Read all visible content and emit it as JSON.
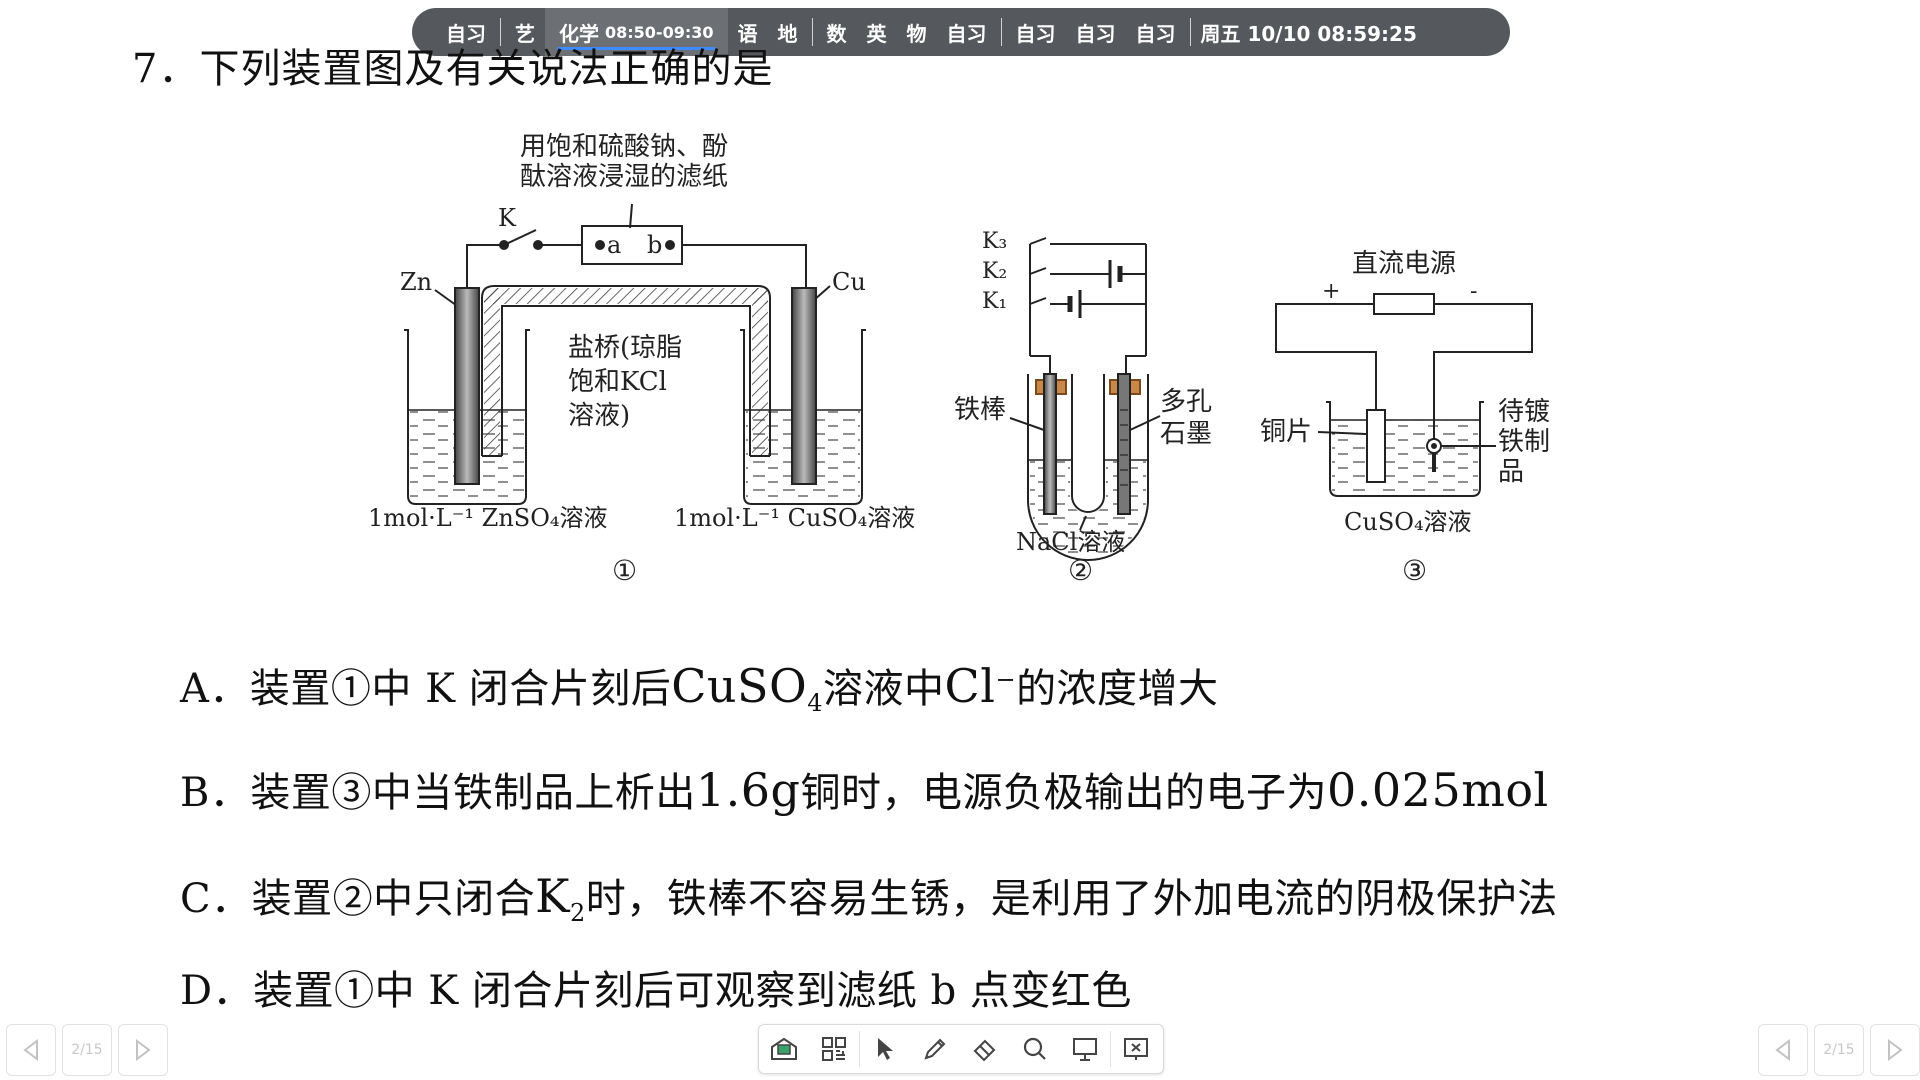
{
  "schedule_bar": {
    "items": [
      {
        "label": "自习"
      },
      {
        "label": "艺"
      },
      {
        "label": "化学",
        "time": "08:50-09:30",
        "active": true
      },
      {
        "label": "语"
      },
      {
        "label": "地"
      },
      {
        "label": "数"
      },
      {
        "label": "英"
      },
      {
        "label": "物"
      },
      {
        "label": "自习"
      },
      {
        "label": "自习"
      },
      {
        "label": "自习"
      },
      {
        "label": "自习"
      }
    ],
    "date_time": "周五 10/10  08:59:25"
  },
  "question": {
    "title": "7．下列装置图及有关说法正确的是"
  },
  "diagram": {
    "d1": {
      "filter_paper_label_1": "用饱和硫酸钠、酚",
      "filter_paper_label_2": "酞溶液浸湿的滤纸",
      "switch": "K",
      "point_a": "a",
      "point_b": "b",
      "left_electrode": "Zn",
      "right_electrode": "Cu",
      "salt_bridge_1": "盐桥(琼脂",
      "salt_bridge_2": "饱和KCl",
      "salt_bridge_3": "溶液)",
      "left_solution": "1mol·L⁻¹ ZnSO₄溶液",
      "right_solution": "1mol·L⁻¹ CuSO₄溶液",
      "number": "①"
    },
    "d2": {
      "k3": "K₃",
      "k2": "K₂",
      "k1": "K₁",
      "left_label": "铁棒",
      "right_label_1": "多孔",
      "right_label_2": "石墨",
      "solution": "NaCl溶液",
      "number": "②"
    },
    "d3": {
      "power": "直流电源",
      "plus": "+",
      "minus": "-",
      "left_label": "铜片",
      "right_label_1": "待镀",
      "right_label_2": "铁制",
      "right_label_3": "品",
      "solution": "CuSO₄溶液",
      "number": "③"
    }
  },
  "options": {
    "a": {
      "prefix": "A．装置①中 K 闭合片刻后",
      "formula": "CuSO",
      "sub": "4",
      "mid": "溶液中",
      "ion": "Cl",
      "sup": "−",
      "suffix": "的浓度增大"
    },
    "b": {
      "prefix": "B．装置③中当铁制品上析出",
      "value": "1.6g",
      "mid": "铜时，电源负极输出的电子为",
      "value2": "0.025mol"
    },
    "c": {
      "prefix": "C．装置②中只闭合",
      "k": "K",
      "sub": "2",
      "suffix": "时，铁棒不容易生锈，是利用了外加电流的阴极保护法"
    },
    "d": {
      "text": "D．装置①中 K 闭合片刻后可观察到滤纸 b 点变红色"
    }
  },
  "pager": {
    "left_page": "2/15",
    "right_page": "2/15"
  },
  "toolbar": {
    "icons": [
      "whiteboard-icon",
      "qr-grid-icon",
      "pointer-icon",
      "pen-icon",
      "eraser-icon",
      "magnifier-icon",
      "screen-icon",
      "exit-screen-icon"
    ]
  }
}
